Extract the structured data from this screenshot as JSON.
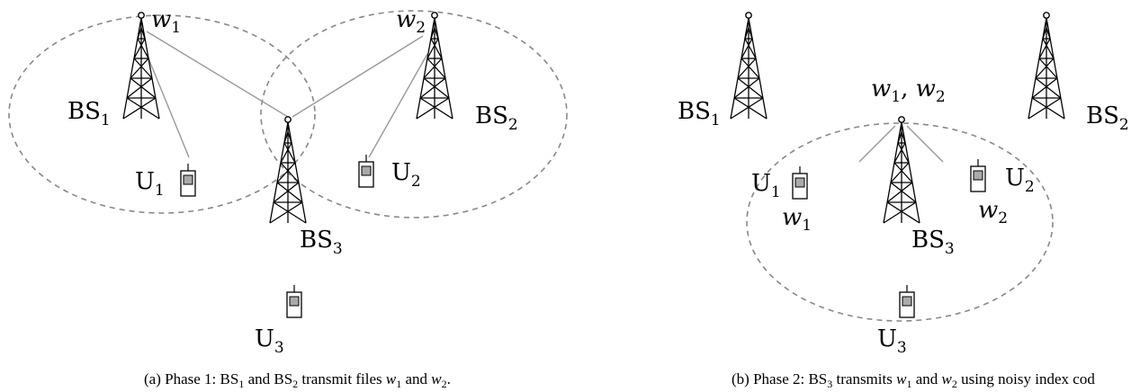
{
  "panel_a": {
    "towers": [
      {
        "name": "BS",
        "sub": "1",
        "file": "w",
        "file_sub": "1"
      },
      {
        "name": "BS",
        "sub": "2",
        "file": "w",
        "file_sub": "2"
      },
      {
        "name": "BS",
        "sub": "3"
      }
    ],
    "users": [
      {
        "name": "U",
        "sub": "1"
      },
      {
        "name": "U",
        "sub": "2"
      },
      {
        "name": "U",
        "sub": "3"
      }
    ],
    "caption": {
      "prefix": "(a) Phase 1: ",
      "bs_a": "BS",
      "bs_a_sub": "1",
      "and1": " and ",
      "bs_b": "BS",
      "bs_b_sub": "2",
      "mid": " transmit files ",
      "f1": "w",
      "f1_sub": "1",
      "and2": " and ",
      "f2": "w",
      "f2_sub": "2",
      "end": "."
    }
  },
  "panel_b": {
    "towers": [
      {
        "name": "BS",
        "sub": "1"
      },
      {
        "name": "BS",
        "sub": "2"
      },
      {
        "name": "BS",
        "sub": "3"
      }
    ],
    "bs3_files": {
      "w": "w",
      "s1": "1",
      "comma": ", ",
      "s2": "2"
    },
    "users": [
      {
        "name": "U",
        "sub": "1",
        "file": "w",
        "file_sub": "1"
      },
      {
        "name": "U",
        "sub": "2",
        "file": "w",
        "file_sub": "2"
      },
      {
        "name": "U",
        "sub": "3"
      }
    ],
    "caption": {
      "prefix": "(b) Phase 2: ",
      "bs": "BS",
      "bs_sub": "3",
      "mid": " transmits ",
      "f1": "w",
      "f1_sub": "1",
      "and": " and ",
      "f2": "w",
      "f2_sub": "2",
      "end": " using noisy index cod"
    }
  }
}
